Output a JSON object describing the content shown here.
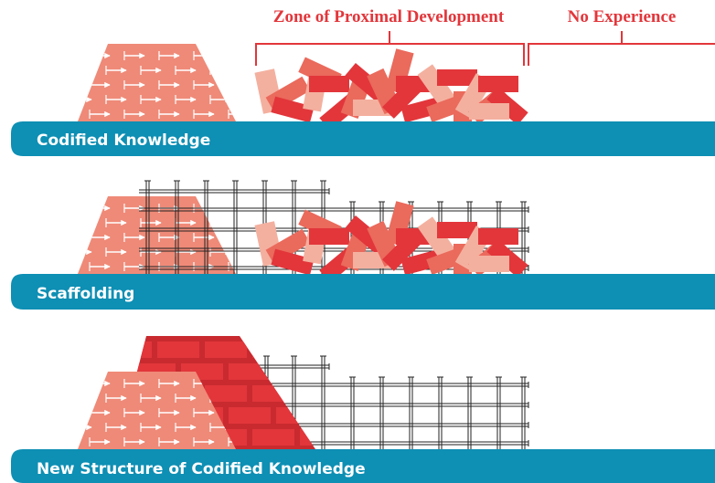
{
  "header": {
    "zpd_label": "Zone of Proximal Development",
    "no_experience_label": "No Experience",
    "color": "#e2363b"
  },
  "panels": [
    {
      "label": "Codified Knowledge"
    },
    {
      "label": "Scaffolding"
    },
    {
      "label": "New Structure of Codified Knowledge"
    }
  ],
  "colors": {
    "band": "#0e8fb4",
    "pile": "#ef8a78",
    "brick_dark": "#e2363b",
    "brick_mid": "#ea6a5c",
    "brick_light": "#f4b09f",
    "scaffold": "#222222"
  }
}
